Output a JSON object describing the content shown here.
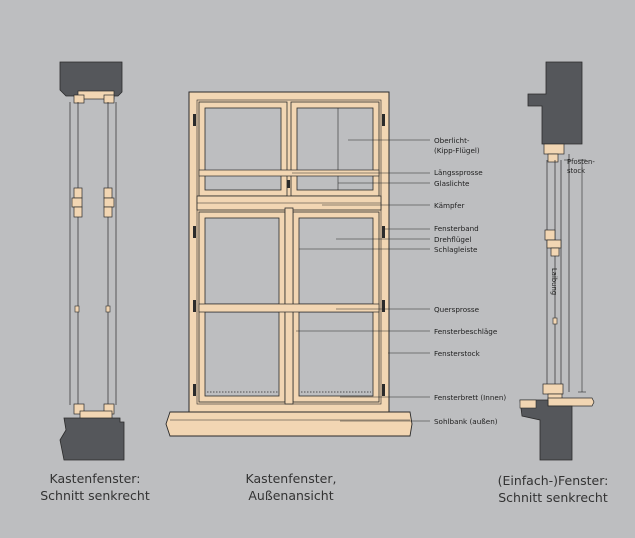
{
  "colors": {
    "background": "#bdbec0",
    "wood": "#f2d6b3",
    "masonry": "#55575b",
    "line": "#2b2b2b"
  },
  "labels": {
    "oberlicht": "Oberlicht-",
    "kipp": "(Kipp-Flügel)",
    "laengssprosse": "Längssprosse",
    "glaslichte": "Glaslichte",
    "kaempfer": "Kämpfer",
    "fensterband": "Fensterband",
    "drehfluegel": "Drehflügel",
    "schlagleiste": "Schlagleiste",
    "quersprosse": "Quersprosse",
    "fensterbeschlaege": "Fensterbeschläge",
    "fensterstock": "Fensterstock",
    "fensterbrett": "Fensterbrett (Innen)",
    "sohlbank": "Sohlbank (außen)"
  },
  "right_labels": {
    "pfosten": "Pfosten-",
    "stock": "stock",
    "laibung": "Laibung"
  },
  "captions": {
    "left_1": "Kastenfenster:",
    "left_2": "Schnitt senkrecht",
    "center_1": "Kastenfenster,",
    "center_2": "Außenansicht",
    "right_1": "(Einfach-)Fenster:",
    "right_2": "Schnitt senkrecht"
  }
}
